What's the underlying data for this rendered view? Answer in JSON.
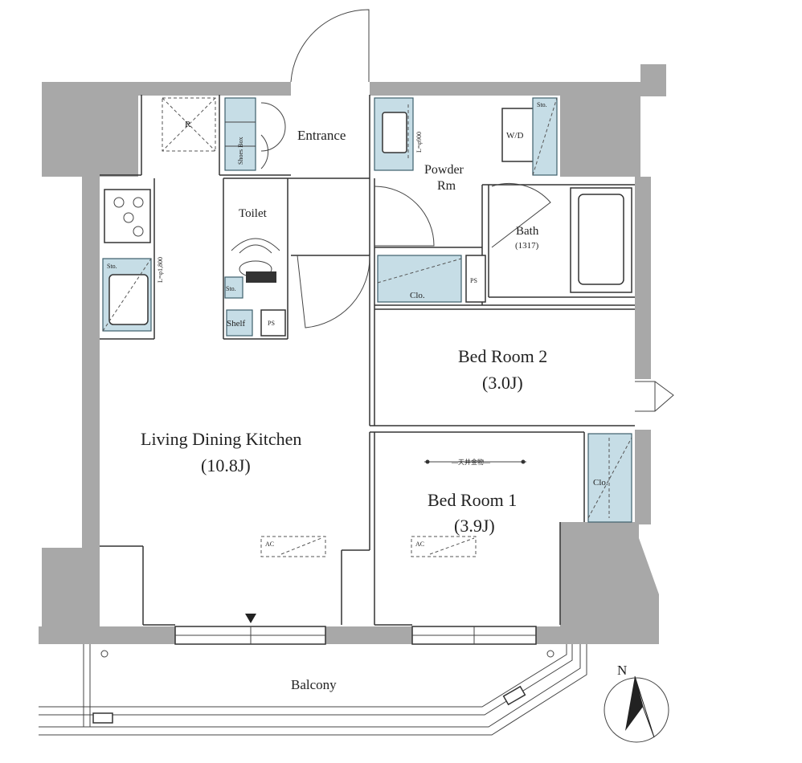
{
  "rooms": {
    "entrance": "Entrance",
    "toilet": "Toilet",
    "powder_rm_line1": "Powder",
    "powder_rm_line2": "Rm",
    "bath": "Bath",
    "bath_size": "(1317)",
    "ldk": "Living Dining Kitchen",
    "ldk_size": "(10.8J)",
    "bed2": "Bed Room 2",
    "bed2_size": "(3.0J)",
    "bed1": "Bed Room 1",
    "bed1_size": "(3.9J)",
    "balcony": "Balcony"
  },
  "fixtures": {
    "shoes_box": "Shoes Box",
    "fridge": "R",
    "washer": "W/D",
    "storage_sto": "Sto.",
    "closet_clo": "Clo.",
    "pipe_space": "PS",
    "shelf": "Shelf",
    "ac": "AC",
    "overhead_l1800": "L=φ1,800",
    "overhead_l900": "L=φ900",
    "bed1_ceiling_note": "—天井金物—"
  },
  "compass": {
    "north": "N"
  },
  "colors": {
    "wall": "#a8a8a8",
    "storage_fill": "#c6dde6",
    "line": "#333333"
  }
}
